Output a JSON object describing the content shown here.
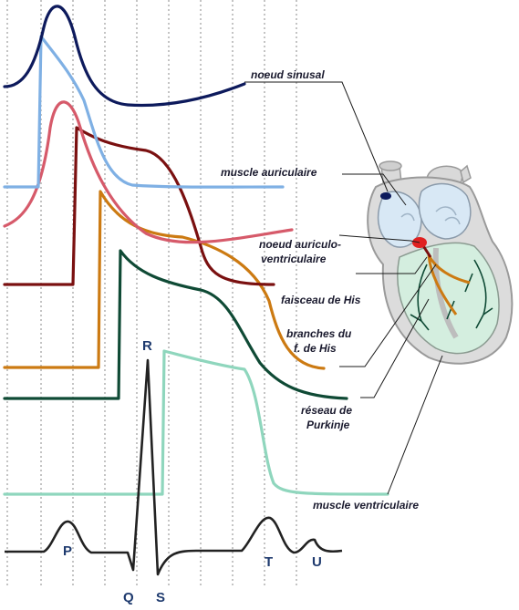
{
  "labels": {
    "noeud_sinusal": "noeud sinusal",
    "muscle_auriculaire": "muscle auriculaire",
    "noeud_av_1": "noeud auriculo-",
    "noeud_av_2": "ventriculaire",
    "faisceau_his": "faisceau de His",
    "branches_1": "branches du",
    "branches_2": "f. de His",
    "purkinje_1": "réseau de",
    "purkinje_2": "Purkinje",
    "muscle_ventriculaire": "muscle ventriculaire"
  },
  "ecg_waves": {
    "p": "P",
    "q": "Q",
    "r": "R",
    "s": "S",
    "t": "T",
    "u": "U"
  },
  "colors": {
    "sinus_node": "#0d1a5c",
    "atrial_muscle": "#7fb0e4",
    "av_node": "#d65a6a",
    "his_bundle": "#7a1010",
    "bundle_branches": "#cc7a12",
    "purkinje": "#0f4a35",
    "ventricular_muscle": "#8fd6bd",
    "ecg": "#222222"
  }
}
